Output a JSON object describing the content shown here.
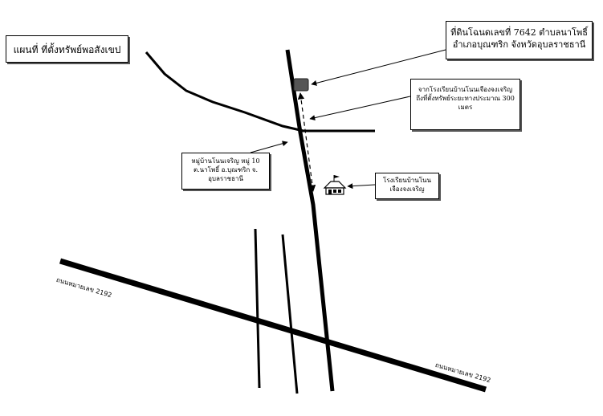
{
  "map": {
    "title": "แผนที่ ที่ตั้งทรัพย์พอสังเขป",
    "deed_label": {
      "line1": "ที่ดินโฉนดเลขที่ 7642 ตำบลนาโพธิ์",
      "line2": "อำเภอบุณฑริก จังหวัดอุบลราชธานี"
    },
    "distance_label": {
      "line1": "จากโรงเรียนบ้านโนนเจืองจงเจริญ",
      "line2": "ถึงที่ตั้งทรัพย์ระยะทางประมาณ 300",
      "line3": "เมตร"
    },
    "village_label": {
      "line1": "หมู่บ้านโนนเจริญ หมู่ 10",
      "line2": "ต.นาโพธิ์ อ.บุณฑริก จ.",
      "line3": "อุบลราชธานี"
    },
    "school_label": {
      "line1": "โรงเรียนบ้านโนน",
      "line2": "เจืองจงเจริญ"
    },
    "road_labels": [
      "ถนนหมายเลข 2192",
      "ถนนหมายเลข 2192"
    ],
    "icons": [
      "property-marker-icon",
      "school-icon"
    ],
    "colors": {
      "road": "#000000",
      "property_marker": "#555555",
      "background": "#ffffff"
    }
  }
}
